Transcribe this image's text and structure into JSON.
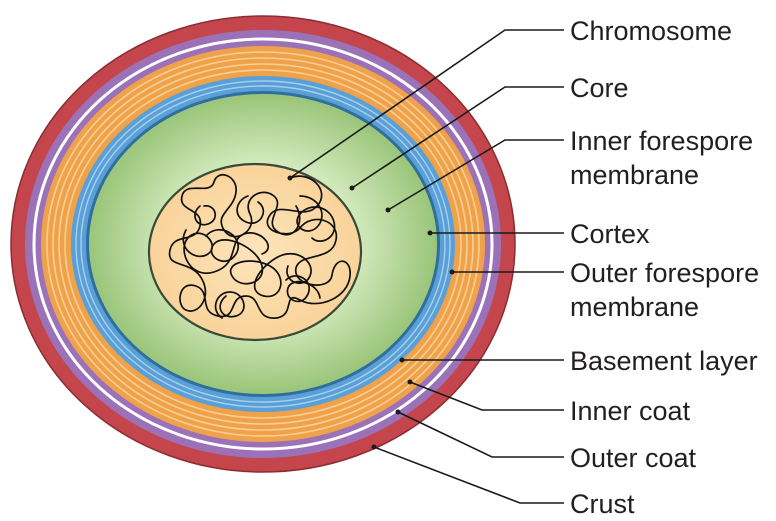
{
  "labels": {
    "chromosome": "Chromosome",
    "core": "Core",
    "inner_forespore_membrane_1": "Inner forespore",
    "inner_forespore_membrane_2": "membrane",
    "cortex": "Cortex",
    "outer_forespore_membrane_1": "Outer forespore",
    "outer_forespore_membrane_2": "membrane",
    "basement_layer": "Basement layer",
    "inner_coat": "Inner coat",
    "outer_coat": "Outer coat",
    "crust": "Crust"
  },
  "colors": {
    "crust": "#c4464c",
    "outer_coat": "#9b72b8",
    "white_gap": "#ffffff",
    "inner_coat": "#f0a24a",
    "inner_coat_stripe": "#f7c98c",
    "basement_layer": "#5a9fd6",
    "basement_stripe": "#9bc9ee",
    "cortex_center": "#dceec6",
    "cortex_edge": "#9bc77a",
    "core": "#fbd9a4",
    "outline": "#3a4a3a"
  }
}
